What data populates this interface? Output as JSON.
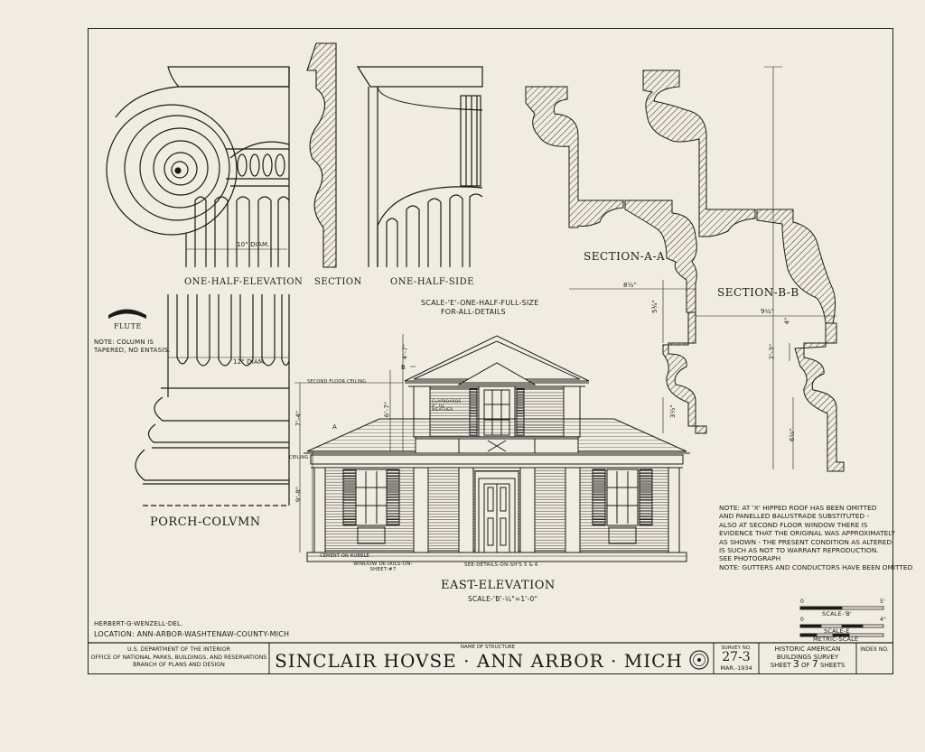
{
  "views": {
    "one_half_elevation": "ONE-HALF-ELEVATION",
    "section": "SECTION",
    "one_half_side": "ONE-HALF-SIDE",
    "scale_e_line1": "SCALE-'E'-ONE-HALF-FULL-SIZE",
    "scale_e_line2": "FOR-ALL-DETAILS",
    "flute": "FLUTE",
    "column_note_line1": "NOTE: COLUMN IS",
    "column_note_line2": "TAPERED, NO ENTASIS.",
    "porch_column": "PORCH-COLVMN",
    "diam_top": "10\" DIAM.",
    "diam_bottom": "12\" DIAM.",
    "section_aa": "SECTION-A-A",
    "section_bb": "SECTION-B-B",
    "east_elevation": "EAST-ELEVATION",
    "east_scale": "SCALE-'B'-¼\"=1'-0\"",
    "window_details": "WINDOW DETAILS-ON-SHEET-#7",
    "see_details": "SEE-DETAILS-ON-SH'S 5 & 6",
    "second_floor_ceiling": "SECOND FLOOR CEILING",
    "ceiling": "CEILING",
    "cement": "CEMENT ON RUBBLE",
    "clapboards": "CLAPBOARDS 4\" TO WEATHER",
    "mark_a": "A",
    "mark_b": "B"
  },
  "dimensions": {
    "d_8_6": "8½\"",
    "d_5_3": "5¾\"",
    "d_3_1": "3½\"",
    "d_9_1": "9¼\"",
    "d_2_3": "2'-3\"",
    "d_4": "4\"",
    "d_6": "6½\"",
    "d_6_7": "6'-7\"",
    "d_7_4": "7'-4\"",
    "d_9_8": "9'-8\"",
    "d_4_7": "4'-7\""
  },
  "note": {
    "lines": [
      "NOTE: AT 'X' HIPPED ROOF HAS BEEN OMITTED",
      "AND PANELLED BALUSTRADE SUBSTITUTED -",
      "ALSO AT SECOND FLOOR WINDOW THERE IS",
      "EVIDENCE THAT THE ORIGINAL WAS APPROXIMATELY",
      "AS SHOWN - THE PRESENT CONDITION AS ALTERED",
      "IS SUCH AS NOT TO WARRANT REPRODUCTION.",
      "SEE PHOTOGRAPH",
      "NOTE: GUTTERS AND CONDUCTORS HAVE BEEN OMITTED"
    ]
  },
  "scales": {
    "scale_b": "SCALE-'B'",
    "scale_e": "SCALE-E",
    "metric": "METRIC-SCALE",
    "zero": "0",
    "five": "5'",
    "four": "4\""
  },
  "credits": {
    "delineator": "HERBERT-G-WENZELL-DEL.",
    "location": "LOCATION: ANN-ARBOR-WASHTENAW-COUNTY-MICH"
  },
  "title_block": {
    "agency_line1": "U.S. DEPARTMENT OF THE INTERIOR",
    "agency_line2": "OFFICE OF NATIONAL PARKS, BUILDINGS, AND RESERVATIONS",
    "agency_line3": "BRANCH OF PLANS AND DESIGN",
    "name_label": "NAME OF STRUCTURE",
    "title": "SINCLAIR HOVSE · ANN ARBOR · MICH",
    "survey_label": "SURVEY NO.",
    "survey_no": "27-3",
    "date": "MAR.-1934",
    "habs_line1": "HISTORIC AMERICAN",
    "habs_line2": "BUILDINGS SURVEY",
    "sheet_prefix": "SHEET",
    "sheet_no": "3",
    "sheet_of": "OF",
    "sheet_total": "7",
    "sheet_suffix": "SHEETS",
    "index_label": "INDEX NO."
  }
}
